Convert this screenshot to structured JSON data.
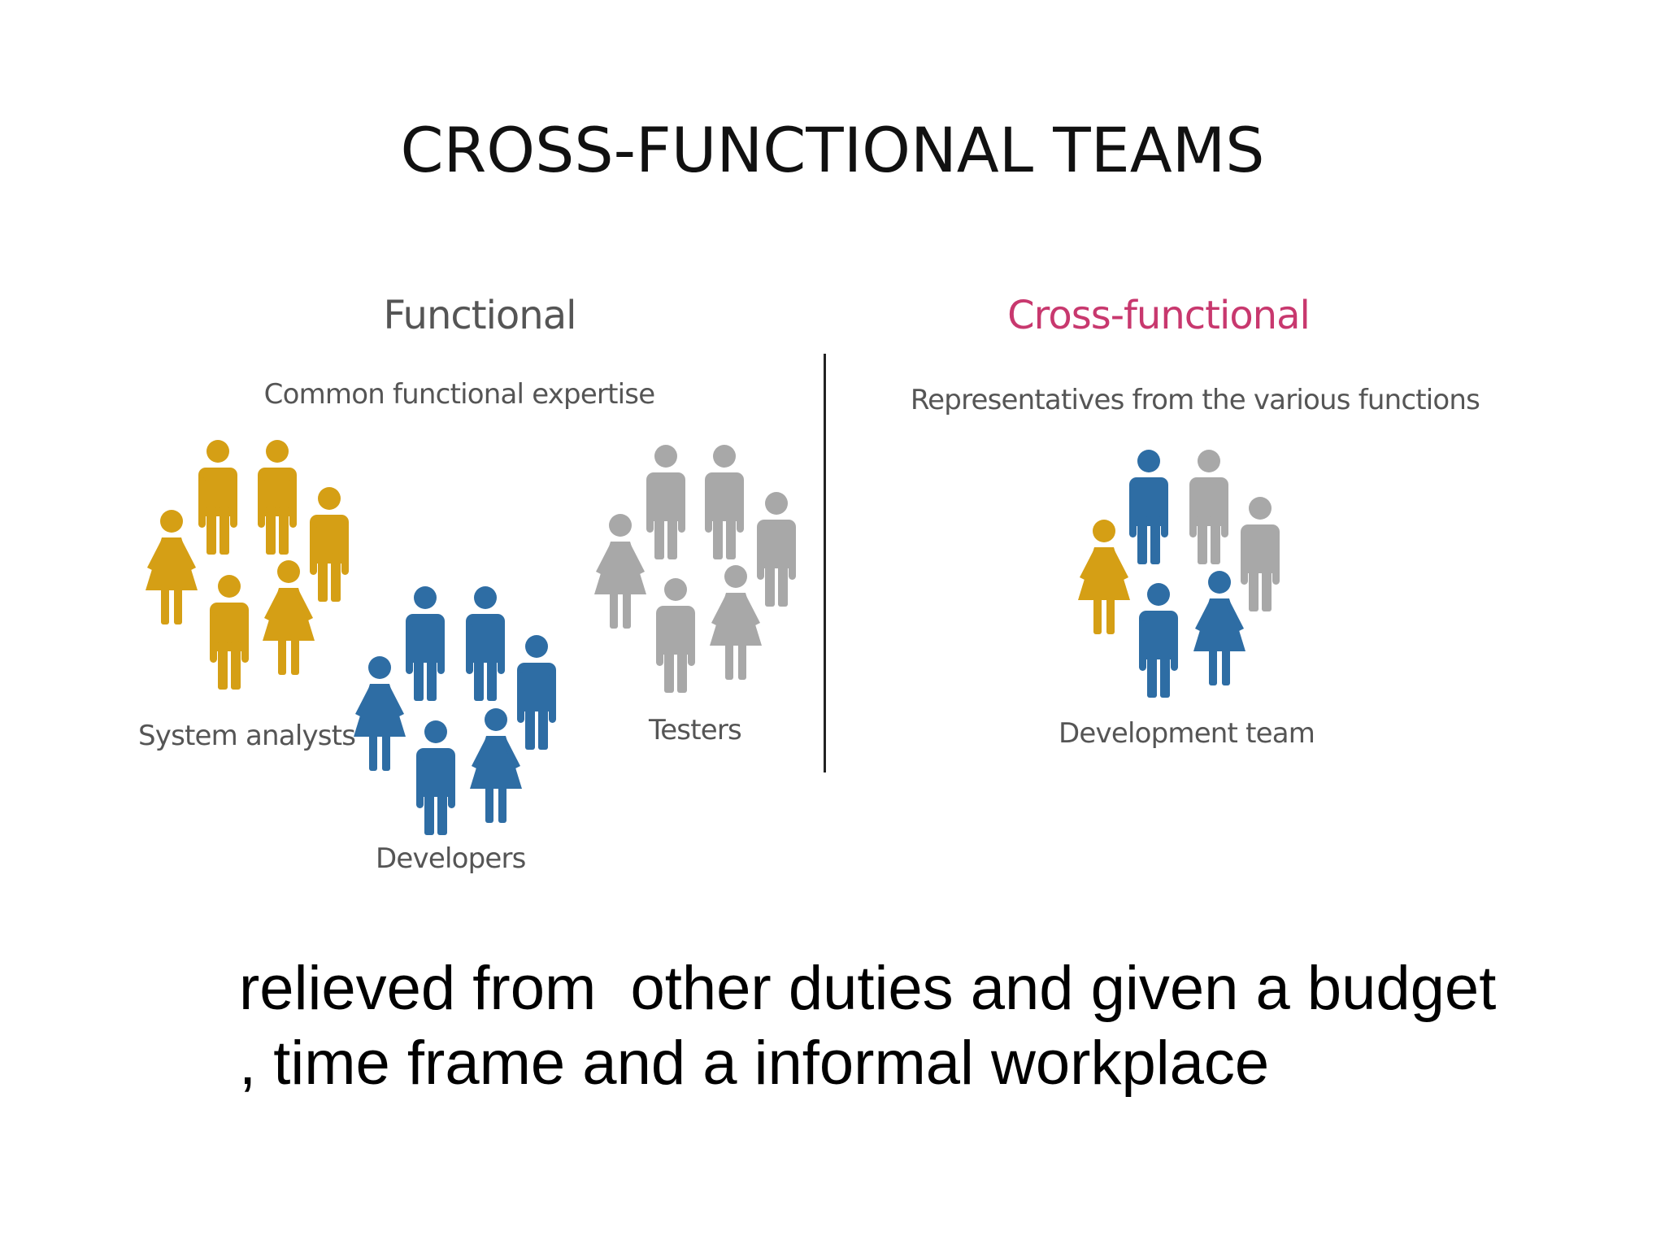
{
  "slide": {
    "title": "CROSS-FUNCTIONAL TEAMS"
  },
  "functional": {
    "heading": "Functional",
    "subheading": "Common functional expertise",
    "groups": [
      {
        "label": "System analysts",
        "color": "#D59F15",
        "icon": "person-icon"
      },
      {
        "label": "Developers",
        "color": "#2E6DA4",
        "icon": "person-icon"
      },
      {
        "label": "Testers",
        "color": "#A8A8A8",
        "icon": "person-icon"
      }
    ]
  },
  "cross_functional": {
    "heading": "Cross-functional",
    "heading_color": "#C8386E",
    "subheading": "Representatives from the various functions",
    "group_label": "Development team"
  },
  "caption": {
    "line1": "relieved from  other duties and given a budget",
    "line2": ", time frame and a informal workplace"
  },
  "colors": {
    "analyst": "#D59F15",
    "developer": "#2E6DA4",
    "tester": "#A8A8A8",
    "functional_heading": "#555555"
  }
}
